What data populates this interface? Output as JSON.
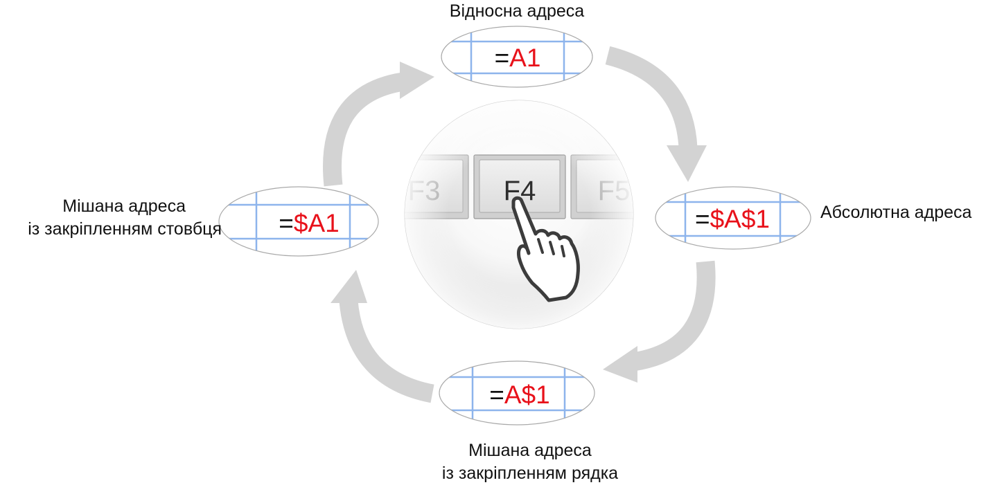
{
  "colors": {
    "arrow": "#d3d3d3",
    "grid_line": "#8db4ec",
    "reference": "#e8111a",
    "equals": "#111111",
    "key_text": "#2e2e2e",
    "key_text_faded": "#a7a7a7",
    "hand_outline": "#3c3c3c"
  },
  "nodes": {
    "top": {
      "label": "Відносна адреса",
      "eq": "=",
      "ref": "A1"
    },
    "right": {
      "label": "Абсолютна адреса",
      "eq": "=",
      "ref": "$A$1"
    },
    "bottom": {
      "label_line1": "Мішана адреса",
      "label_line2": "із закріпленням рядка",
      "eq": "=",
      "ref": "A$1"
    },
    "left": {
      "label_line1": "Мішана адреса",
      "label_line2": "із закріпленням стовбця",
      "eq": "=",
      "ref": "$A1"
    }
  },
  "keyboard": {
    "left_key": "F3",
    "main_key": "F4",
    "right_key": "F5"
  },
  "icons": {
    "pointer": "hand-pointer-icon"
  }
}
